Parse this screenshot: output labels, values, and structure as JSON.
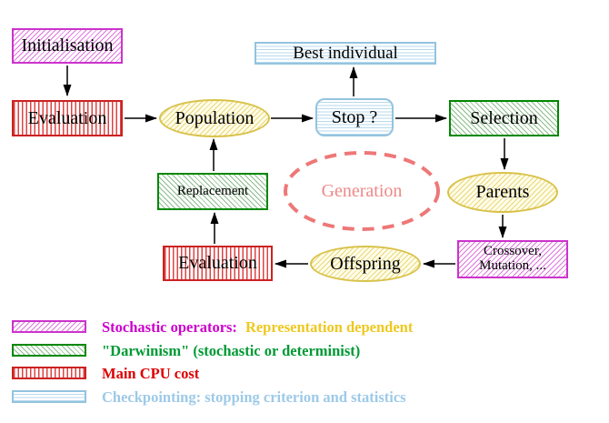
{
  "diagram": {
    "nodes": {
      "initialisation": {
        "label": "Initialisation"
      },
      "evaluation_top": {
        "label": "Evaluation"
      },
      "population": {
        "label": "Population"
      },
      "stop": {
        "label": "Stop ?"
      },
      "best_individual": {
        "label": "Best individual"
      },
      "selection": {
        "label": "Selection"
      },
      "parents": {
        "label": "Parents"
      },
      "crossover_mutation": {
        "line1": "Crossover,",
        "line2": "Mutation, ..."
      },
      "offspring": {
        "label": "Offspring"
      },
      "evaluation_bottom": {
        "label": "Evaluation"
      },
      "replacement": {
        "label": "Replacement"
      },
      "generation": {
        "label": "Generation"
      }
    },
    "colors": {
      "magenta_border": "#cc33cc",
      "magenta_text": "#cc00cc",
      "red_border": "#cc2222",
      "red_text": "#dd0000",
      "green_border": "#008800",
      "green_text": "#009933",
      "yellow_border": "#d9c24a",
      "gold_text": "#eec81e",
      "cyan_border": "#93c3df",
      "cyan_text": "#9dcae8",
      "salmon_dashed": "#ee7777",
      "arrow": "#000000"
    },
    "legend": [
      {
        "swatch": "magenta-hatch",
        "parts": [
          {
            "text": "Stochastic operators:",
            "color": "#cc00cc"
          },
          {
            "text": "Representation dependent",
            "color": "#eec81e"
          }
        ]
      },
      {
        "swatch": "green-hatch",
        "parts": [
          {
            "text": "\"Darwinism\" (stochastic or determinist)",
            "color": "#009933"
          }
        ]
      },
      {
        "swatch": "red-stripes",
        "parts": [
          {
            "text": "Main CPU cost",
            "color": "#dd0000"
          }
        ]
      },
      {
        "swatch": "cyan-lines",
        "parts": [
          {
            "text": "Checkpointing: stopping criterion and statistics",
            "color": "#9dcae8"
          }
        ]
      }
    ]
  }
}
